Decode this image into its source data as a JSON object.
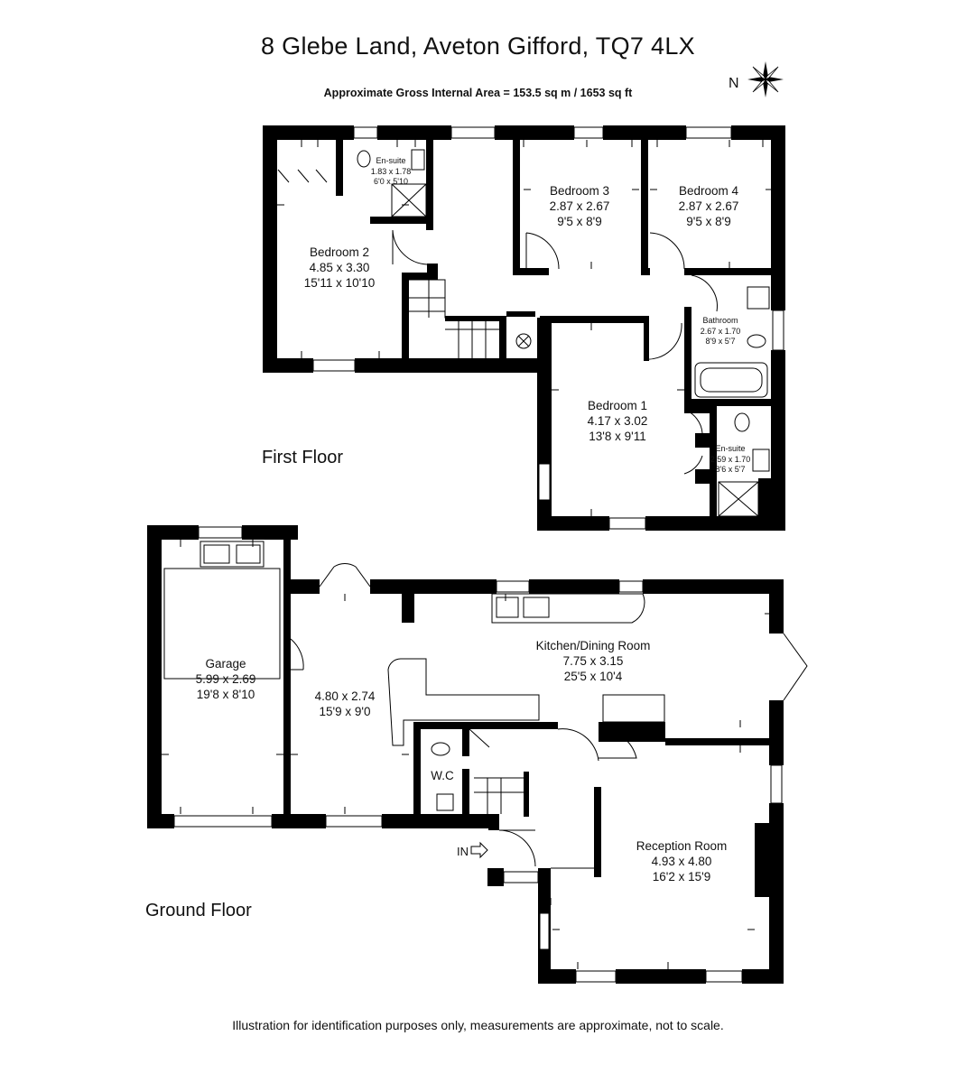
{
  "title": "8 Glebe Land, Aveton Gifford, TQ7 4LX",
  "subtitle": "Approximate Gross Internal Area = 153.5 sq m / 1653 sq ft",
  "compass": {
    "label": "N"
  },
  "footer": "Illustration for identification purposes only, measurements are approximate, not to scale.",
  "floors": {
    "first": {
      "label": "First Floor",
      "rooms": [
        {
          "name": "Bedroom 2",
          "metric": "4.85 x 3.30",
          "imperial": "15'11 x 10'10"
        },
        {
          "name": "En-suite",
          "metric": "1.83 x 1.78",
          "imperial": "6'0 x 5'10"
        },
        {
          "name": "Bedroom 3",
          "metric": "2.87 x 2.67",
          "imperial": "9'5 x 8'9"
        },
        {
          "name": "Bedroom 4",
          "metric": "2.87 x 2.67",
          "imperial": "9'5 x 8'9"
        },
        {
          "name": "Bathroom",
          "metric": "2.67 x 1.70",
          "imperial": "8'9 x 5'7"
        },
        {
          "name": "Bedroom 1",
          "metric": "4.17 x 3.02",
          "imperial": "13'8 x 9'11"
        },
        {
          "name": "En-suite",
          "metric": "2.59 x 1.70",
          "imperial": "8'6 x 5'7"
        }
      ]
    },
    "ground": {
      "label": "Ground Floor",
      "entrance": "IN",
      "rooms": [
        {
          "name": "Garage",
          "metric": "5.99 x 2.69",
          "imperial": "19'8 x 8'10"
        },
        {
          "name": "",
          "metric": "4.80 x 2.74",
          "imperial": "15'9 x 9'0"
        },
        {
          "name": "Kitchen/Dining Room",
          "metric": "7.75 x 3.15",
          "imperial": "25'5 x 10'4"
        },
        {
          "name": "W.C",
          "metric": "",
          "imperial": ""
        },
        {
          "name": "Reception Room",
          "metric": "4.93 x 4.80",
          "imperial": "16'2 x 15'9"
        }
      ]
    }
  }
}
